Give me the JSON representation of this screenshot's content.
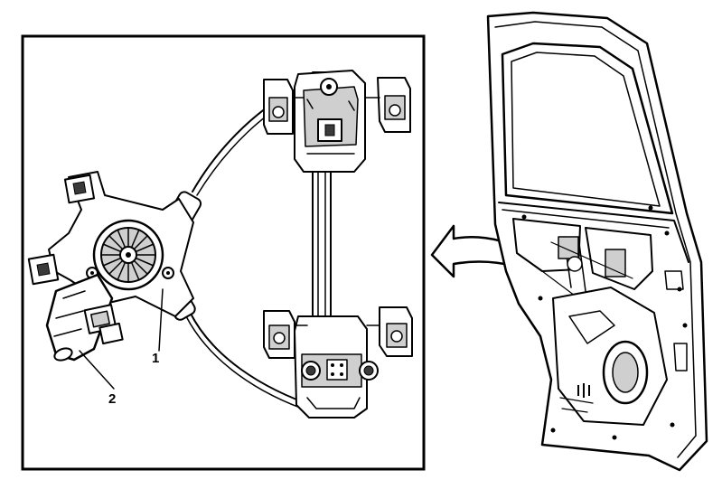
{
  "figure": {
    "callouts": [
      {
        "id": "1",
        "text": "1"
      },
      {
        "id": "2",
        "text": "2"
      }
    ],
    "icons": [
      "window-regulator-icon",
      "window-motor-icon",
      "door-icon",
      "removal-arrow-icon"
    ]
  }
}
